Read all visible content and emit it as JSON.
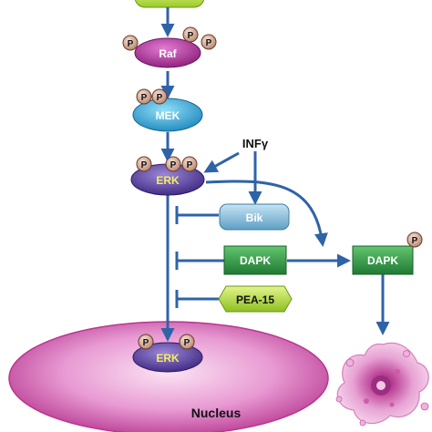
{
  "nodes": {
    "raf": "Raf",
    "mek": "MEK",
    "erk_top": "ERK",
    "erk_nucleus": "ERK",
    "bik": "Bik",
    "dapk": "DAPK",
    "dapk_active": "DAPK",
    "pea15": "PEA-15",
    "inf_gamma": "INFγ",
    "nucleus": "Nucleus"
  },
  "phospho_label": "P",
  "colors": {
    "arrow": "#2f63a8",
    "raf": "#a12a8f",
    "mek": "#2fa8d8",
    "erk": "#5b3c9c",
    "erk_text": "#f4ee5a",
    "bik": "#7fb7d6",
    "dapk": "#2f9a44",
    "pea15": "#b8e23c",
    "phospho": "#c89a80",
    "nucleus": "#d24fa6"
  }
}
